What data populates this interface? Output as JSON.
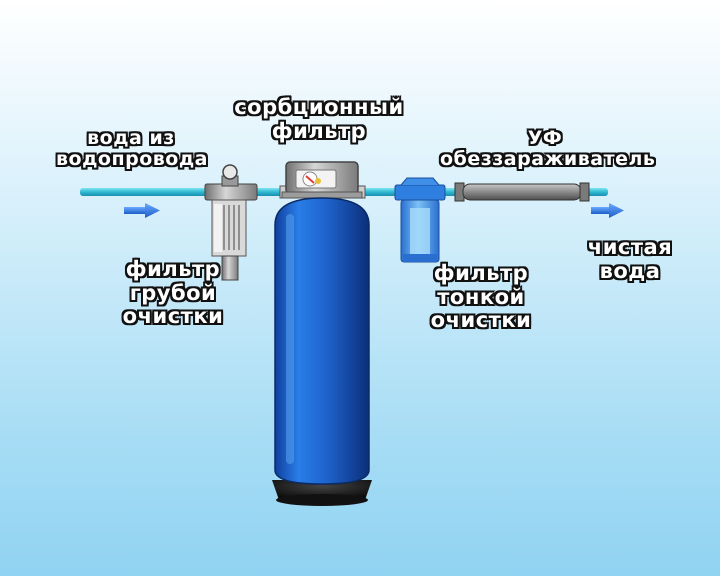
{
  "labels": {
    "inlet": {
      "line1": "вода из",
      "line2": "водопровода"
    },
    "sorption": {
      "line1": "сорбционный",
      "line2": "фильтр"
    },
    "uv": {
      "line1": "УФ",
      "line2": "обеззараживатель"
    },
    "coarse": {
      "line1": "фильтр",
      "line2": "грубой",
      "line3": "очистки"
    },
    "fine": {
      "line1": "фильтр",
      "line2": "тонкой",
      "line3": "очистки"
    },
    "outlet": {
      "line1": "чистая",
      "line2": "вода"
    }
  },
  "colors": {
    "pipe": "#3ec9dc",
    "tank": "#1f6fd6",
    "arrow": "#2d7be0",
    "filter_housing": "#9a9a9a",
    "fine_filter": "#2f86e0"
  }
}
